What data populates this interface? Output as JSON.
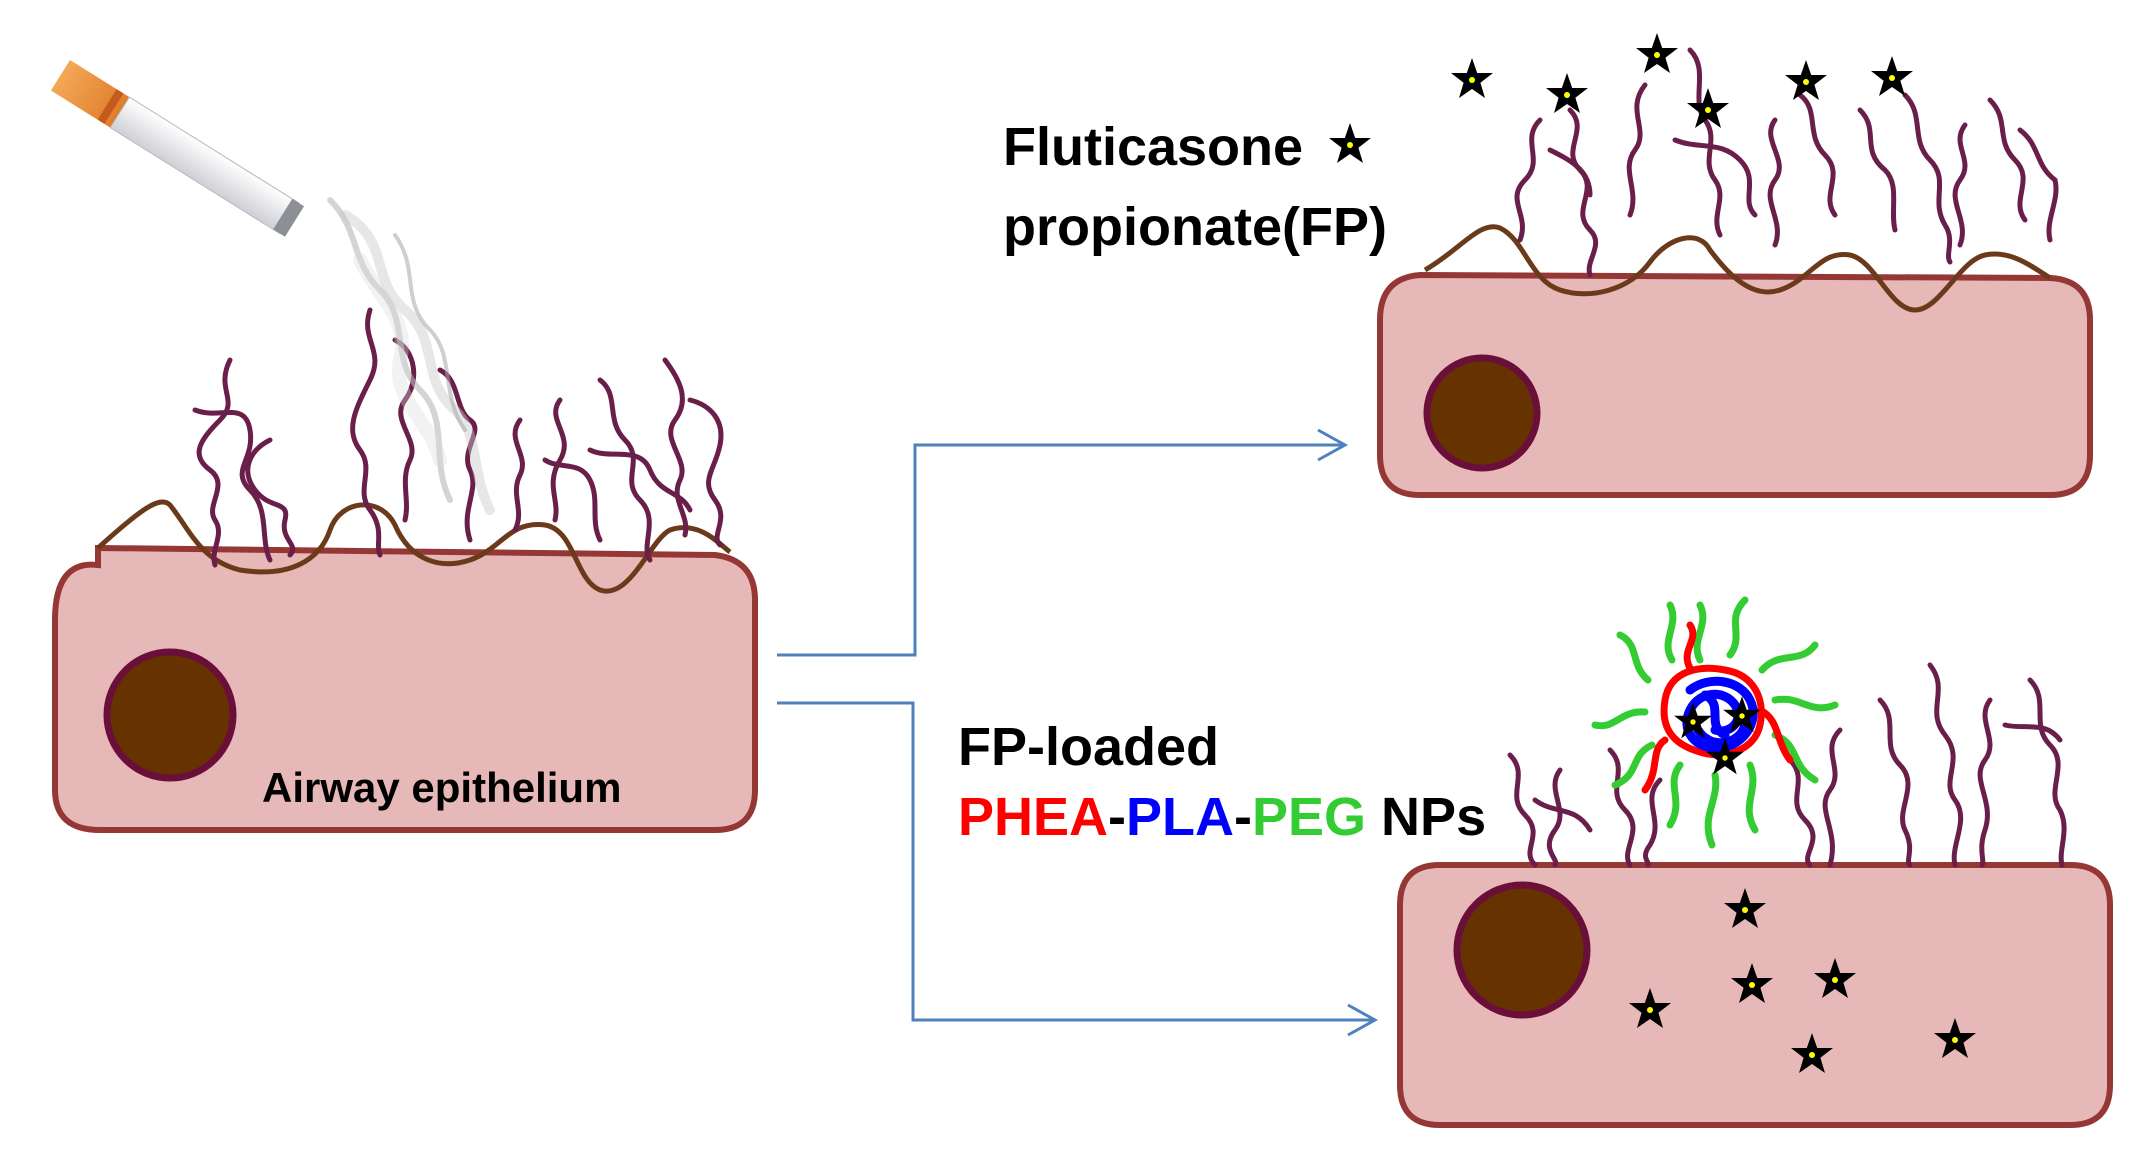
{
  "labels": {
    "epithelium": "Airway epithelium",
    "fp_line1": "Fluticasone",
    "fp_line2": "propionate(FP)",
    "np_line1": "FP-loaded",
    "np_phea": "PHEA",
    "np_dash1": "-",
    "np_pla": "PLA",
    "np_dash2": "-",
    "np_peg": "PEG",
    "np_suffix": " NPs"
  },
  "colors": {
    "cell_fill": "#e6b8b7",
    "cell_stroke": "#953735",
    "nucleus_fill": "#663300",
    "nucleus_stroke": "#6a0f3a",
    "mucus_line": "#6b3a1a",
    "mucin_fibers": "#6a1f4a",
    "arrow": "#4f81bd",
    "star_fill": "#000000",
    "star_dot": "#ffff00",
    "phea": "#ff0000",
    "pla": "#0000ff",
    "peg": "#33cc33",
    "text": "#000000"
  },
  "icons": [
    "cigarette-icon",
    "smoke-icon",
    "drug-star-icon"
  ]
}
